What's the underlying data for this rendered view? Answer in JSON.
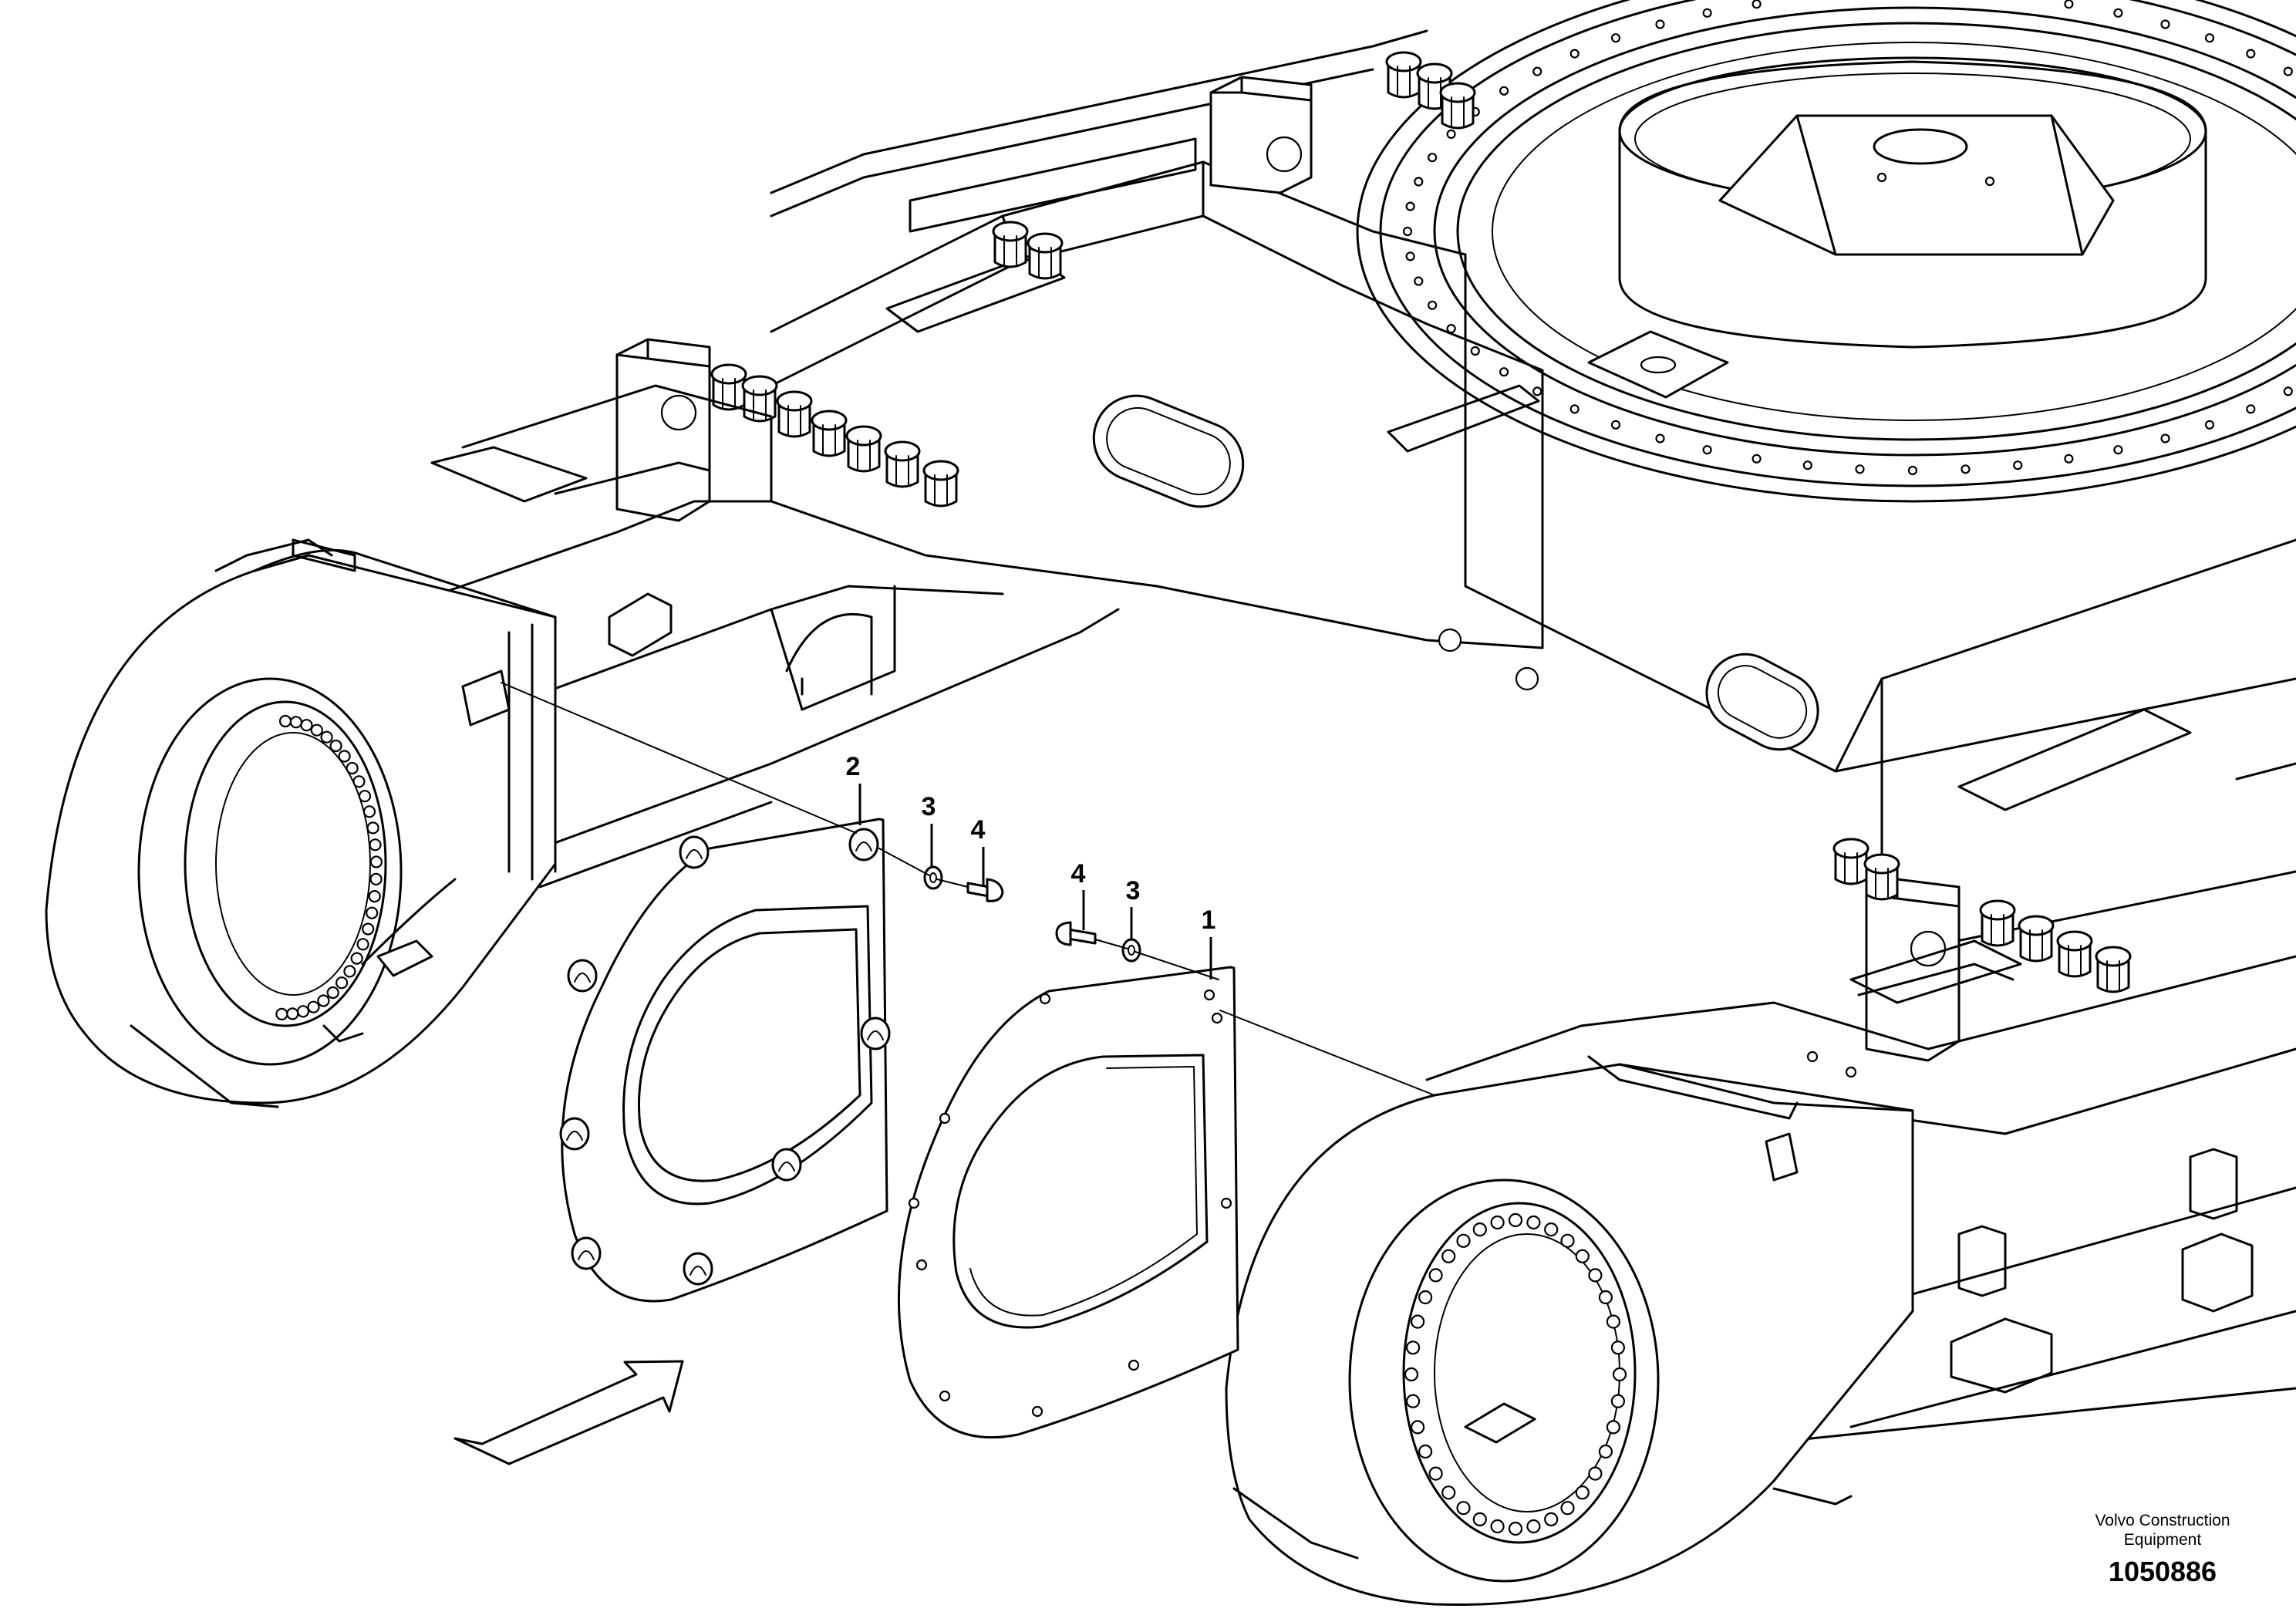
{
  "callouts": [
    {
      "id": "1",
      "label": "1"
    },
    {
      "id": "2",
      "label": "2"
    },
    {
      "id": "3a",
      "label": "3"
    },
    {
      "id": "4a",
      "label": "4"
    },
    {
      "id": "4b",
      "label": "4"
    },
    {
      "id": "3b",
      "label": "3"
    }
  ],
  "caption": {
    "company": "Volvo Construction Equipment",
    "drawing_number": "1050886"
  }
}
